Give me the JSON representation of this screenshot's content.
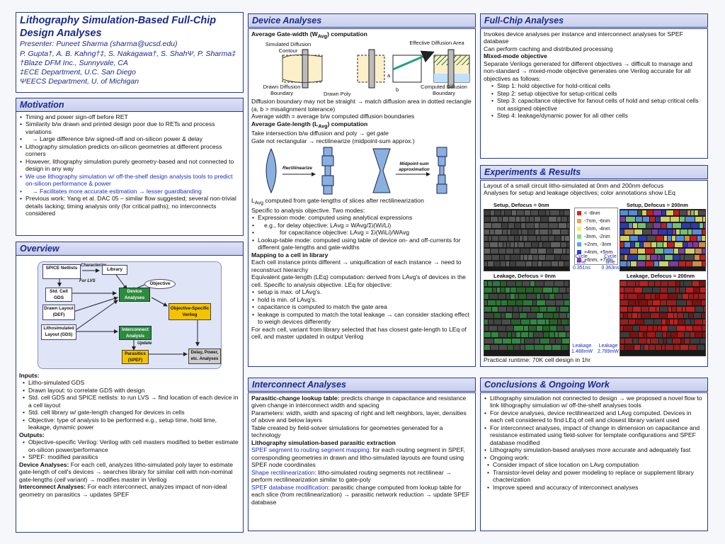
{
  "title": {
    "line1": "Lithography Simulation-Based Full-Chip",
    "line2": "Design Analyses",
    "presenter": "Presenter: Puneet Sharma (sharma@ucsd.edu)",
    "authors": "P. Gupta†, A. B. Kahng†‡, S. Nakagawa†, S. ShahΨ, P. Sharma‡",
    "aff1": "†Blaze DFM Inc., Sunnyvale, CA",
    "aff2": "‡ECE Department, U.C. San Diego",
    "aff3": "ΨEECS Department, U. of Michigan"
  },
  "motivation": {
    "header": "Motivation",
    "items": [
      "Timing and power sign-off before RET",
      "Similarity b/w drawn and printed design poor due to RETs and process variations",
      "→ Large difference b/w signed-off and on-silicon power & delay",
      "Lithography simulation predicts on-silicon geometries at different process corners",
      "However, lithography simulation purely geometry-based and not connected to design in any way",
      "We use lithography simulation w/ off-the-shelf design analysis tools to predict on-silicon performance & power",
      "→ Facilitates more accurate estimation → lesser guardbanding",
      "Previous work: Yang et al. DAC 05 – similar flow suggested; several non-trivial details lacking; timing analysis only (for critical paths); no interconnects considered"
    ]
  },
  "overview": {
    "header": "Overview",
    "diagram": {
      "spice": "SPICE Netlists",
      "characterize": "Characterize",
      "library": "Library",
      "for_lvs": "For LVS",
      "objective": "Objective",
      "std_cell": "Std. Cell GDS",
      "device": "Device Analyses",
      "drawn": "Drawn Layout (DEF)",
      "obj_verilog": "Objective-Specific Verilog",
      "litho": "Lithosimulated Layout (GDS)",
      "interconnect": "Interconnect Analysis",
      "update": "Update",
      "parasitics": "Parasitics (SPEF)",
      "delay": "Delay, Power, etc. Analyses"
    },
    "inputs_title": "Inputs:",
    "inputs": [
      "Litho-simulated GDS",
      "Drawn layout: to correlate GDS with design",
      "Std. cell GDS and SPICE netlists: to run LVS → find location of each device in a cell layout",
      "Std. cell library w/ gate-length changed for devices in cells",
      "Objective: type of analysis to be performed e.g., setup time, hold time, leakage, dynamic power"
    ],
    "outputs_title": "Outputs:",
    "outputs": [
      "Objective-specific Verilog: Verilog with cell masters modified to better estimate on-silicon power/performance",
      "SPEF: modified parasitics"
    ],
    "device_label": "Device Analyses:",
    "device_text": " For each cell, analyzes litho-simulated poly layer to estimate gate-length of cell's devices → searches library for similar cell with non-nominal gate-lengths (",
    "device_italic": "cell variant",
    "device_text2": ") → modifies master in Verilog",
    "inter_label": "Interconnect Analyses:",
    "inter_text": " For each interconnect, analyzes impact of non-ideal geometry on parasitics → updates SPEF"
  },
  "device": {
    "header": "Device Analyses",
    "sub1": "Average Gate-width (W",
    "sub1_sub": "Avg",
    "sub1_end": ") computation",
    "fig1": {
      "sim_diff": "Simulated Diffusion Contour",
      "eff_diff": "Effective Diffusion Area",
      "drawn_diff": "Drawn Diffusion Boundary",
      "drawn_poly": "Drawn Poly",
      "comp_diff": "Computed Diffusion Boundary",
      "a": "a",
      "b": "b"
    },
    "p1": "Diffusion boundary may not be straight → match diffusion area in dotted rectangle (a, b > misalignment tolerance)",
    "p2": "Average width = average b/w computed diffusion boundaries",
    "sub2": "Average Gate-length (L",
    "sub2_sub": "Avg",
    "sub2_end": ") computation",
    "p3a": "Take intersection b/w diffusion and poly → get ",
    "p3b": "gate",
    "p4": "Gate not rectangular → rectilinearize (midpoint-sum approx.)",
    "fig2": {
      "rect": "Rectilinearize",
      "mid": "Midpoint-sum approximation"
    },
    "p5": "L",
    "p5_sub": "Avg",
    "p5_end": " computed from gate-lengths of slices after rectilinearization",
    "p6": "Specific to analysis objective. Two modes:",
    "modes": [
      "Expression mode: computed using analytical expressions",
      "e.g., for delay objective: LAvg = WAvg/Σi(Wi/Li)",
      "for capacitance objective: LAvg = Σi(WiLi)/WAvg",
      "Lookup-table mode: computed using table of device on- and off-currents for different gate-lengths and gate-widths"
    ],
    "sub3": "Mapping to a cell in library",
    "p7": "Each cell instance prints different → uniquification of each instance → need to reconstruct hierarchy",
    "p8": "Equivalent gate-length (LEq) computation: derived from LAvg's of devices in the cell. Specific to analysis objective. LEq for objective:",
    "leq": [
      "setup is max. of LAvg's.",
      "hold is min. of LAvg's.",
      "capacitance is computed to match the gate area",
      "leakage is computed to match the total leakage → can consider stacking effect to weigh devices differently"
    ],
    "p9": "For each cell, variant from library selected that has closest gate-length to LEq of cell, and master updated in output Verilog"
  },
  "interconnect": {
    "header": "Interconnect Analyses",
    "s1_label": "Parasitic-change lookup table:",
    "s1_text": " predicts change in capacitance and resistance given change in interconnect width and spacing",
    "s2": "Parameters: width, width and spacing of right and left neighbors, layer, densities of above and below layers",
    "s3": "Table created by field-solver simulations for geometries generated for a technology",
    "s4": "Lithography simulation-based parasitic extraction",
    "s5_label": "SPEF segment to routing segment mapping:",
    "s5_text": " for each routing segment in SPEF, corresponding geometries in drawn and litho-simulated layouts are found using SPEF node coordinates",
    "s6_label": "Shape rectilinearization:",
    "s6_text": " litho-simulated routing segments not rectilinear → perform rectilinearization similar to gate-poly",
    "s7_label": "SPEF database modification:",
    "s7_text": " parasitic change computed from lookup table for each slice (from rectilinearization) → parasitic network reduction → update SPEF database"
  },
  "fullchip": {
    "header": "Full-Chip Analyses",
    "p1": "Invokes device analyses per instance and interconnect analyses for SPEF database",
    "p2": "Can perform caching and distributed processing",
    "p3": "Mixed-mode objective",
    "p4": "Separate Verilogs generated for different objectives → difficult to manage and non-standard → mixed-mode objective generates one Verilog accurate for all objectives as follows:",
    "steps": [
      "Step 1: hold objective for hold-critical cells",
      "Step 2: setup objective for setup-critical cells",
      "Step 3: capacitance objective for fanout cells of hold and setup critical cells not assigned objective",
      "Step 4: leakage/dynamic power for all other cells"
    ]
  },
  "experiments": {
    "header": "Experiments & Results",
    "p1": "Layout of a small circuit litho-simulated at 0nm and 200nm defocus",
    "p2": "Analyses for setup and leakage objectives; color annotations show LEq",
    "setup0": "Setup, Defocus = 0nm",
    "setup200": "Setup, Defocus = 200nm",
    "leak0": "Leakage, Defocus = 0nm",
    "leak200": "Leakage, Defocus = 200nm",
    "legend": [
      "< -8nm",
      "-7nm, -6nm",
      "-5nm, -4nm",
      "-3nm, -2nm",
      "+2nm, -3nm",
      "+4nm, +5nm",
      "+6nm, +7nm"
    ],
    "legend_colors": [
      "#e02020",
      "#f0a050",
      "#f0f070",
      "#80e080",
      "#60a0ff",
      "#3040d0",
      "#9040c0"
    ],
    "cycle1": "Cycle time 0.351ns",
    "cycle2": "Cycle time 0.363ns",
    "leakv1": "Leakage 1.488mW",
    "leakv2": "Leakage 2.789mW",
    "runtime": "Practical runtime: 70K cell design in 1hr"
  },
  "conclusions": {
    "header": "Conclusions & Ongoing Work",
    "items": [
      "Lithography simulation not connected to design → we proposed a novel flow to link lithography simulation w/ off-the-shelf analyses tools",
      "For device analyses, device rectilinearized and LAvg computed. Devices in each cell considered to find LEq of cell and closest library variant used",
      "For interconnect analyses, impact of change in dimension on capacitance and resistance estimated using field-solver for template configurations and SPEF database modified",
      "Lithography simulation-based analyses more accurate and adequately fast",
      "Ongoing work:"
    ],
    "ongoing": [
      "Consider impact of slice location on LAvg computation",
      "Transistor-level delay and power modeling to replace or supplement library chacterization",
      "Improve speed and accuracy of interconnect analyses"
    ]
  }
}
